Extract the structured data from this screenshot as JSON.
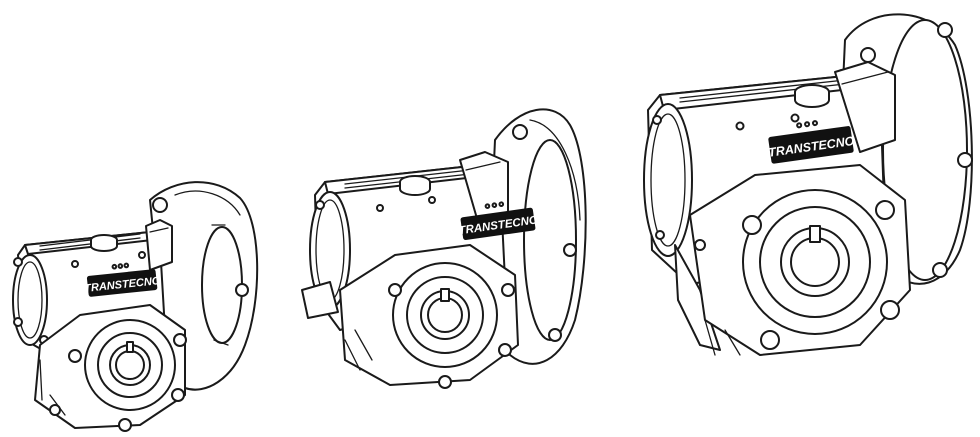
{
  "gearboxes": [
    {
      "brand": "TRANSTECNO"
    },
    {
      "brand": "TRANSTECNO"
    },
    {
      "brand": "TRANSTECNO"
    }
  ]
}
